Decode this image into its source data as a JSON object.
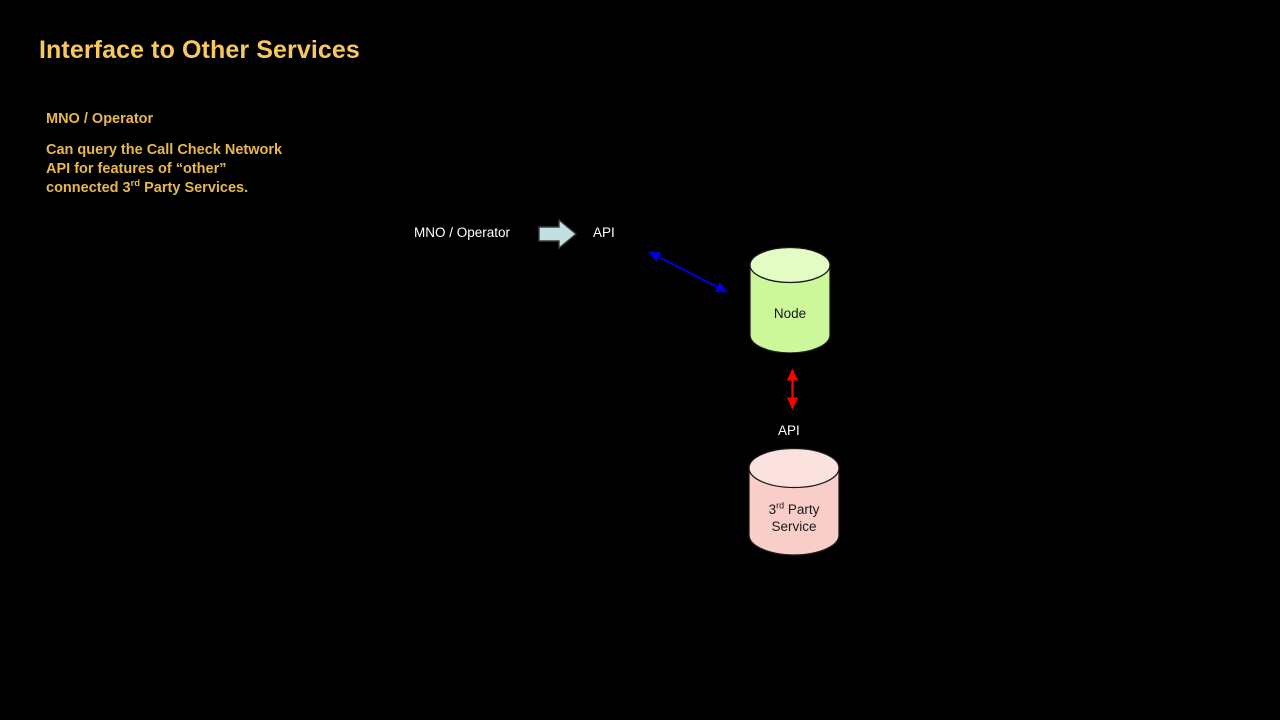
{
  "slide": {
    "title": "Interface to Other Services",
    "background_color": "#000000",
    "title_color": "#f7c860",
    "body_text_color": "#e8b84e"
  },
  "notes": {
    "heading": "MNO / Operator",
    "line1": "Can query the Call Check Network",
    "line2": "API for features of “other”",
    "line3_pre": "connected 3",
    "line3_sup": "rd",
    "line3_post": " Party Services."
  },
  "diagram": {
    "mno_label": "MNO / Operator",
    "api_label_top": "API",
    "api_label_mid": "API",
    "block_arrow": {
      "name": "right-block-arrow",
      "fill": "#c2e0e2",
      "stroke": "#3b3b3b"
    },
    "blue_connector": {
      "name": "blue-double-arrow",
      "color": "#0000d0"
    },
    "red_connector": {
      "name": "red-double-arrow",
      "color": "#ff0000"
    },
    "node_cylinder": {
      "label": "Node",
      "body_fill": "#ccf79a",
      "top_fill": "#e2fcc4",
      "stroke": "#1a1a1a"
    },
    "third_party_cylinder": {
      "label_pre": "3",
      "label_sup": "rd",
      "label_mid": " Party",
      "label_line2": "Service",
      "body_fill": "#f9cdc8",
      "top_fill": "#fbe2de",
      "stroke": "#1a1a1a"
    }
  }
}
